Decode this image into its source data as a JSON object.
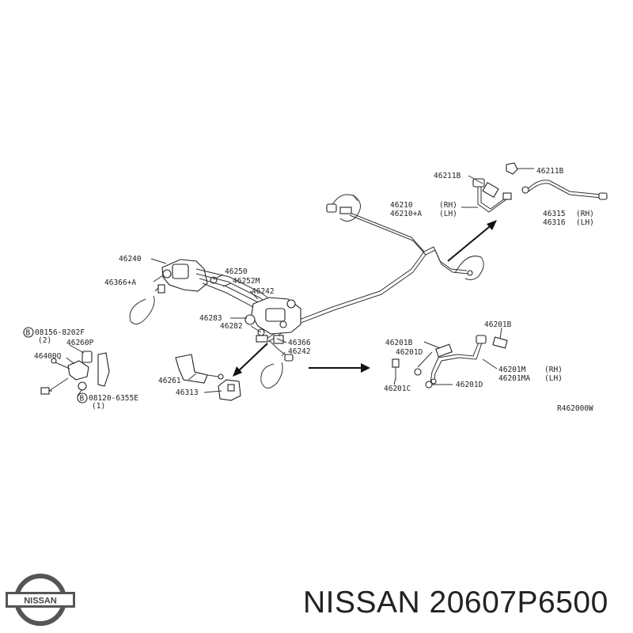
{
  "labels": {
    "l46211B_a": "46211B",
    "l46211B_b": "46211B",
    "l46210": "46210",
    "l46210_rh": "(RH)",
    "l46210A": "46210+A",
    "l46210A_lh": "(LH)",
    "l46315": "46315",
    "l46315_rh": "(RH)",
    "l46316": "46316",
    "l46316_lh": "(LH)",
    "l46240": "46240",
    "l46366A": "46366+A",
    "l46250": "46250",
    "l46252M": "46252M",
    "l46242_a": "46242",
    "l46283": "46283",
    "l46282": "46282",
    "l46366": "46366",
    "l46242_b": "46242",
    "l08156": "08156-8202F",
    "l08156_q": "(2)",
    "l46260P": "46260P",
    "l46400Q": "46400Q",
    "l08120": "08120-6355E",
    "l08120_q": "(1)",
    "l46261": "46261",
    "l46313": "46313",
    "l46201B_a": "46201B",
    "l46201B_b": "46201B",
    "l46201D_a": "46201D",
    "l46201C": "46201C",
    "l46201D_b": "46201D",
    "l46201M": "46201M",
    "l46201M_rh": "(RH)",
    "l46201MA": "46201MA",
    "l46201MA_lh": "(LH)",
    "ref": "R462000W",
    "bolt_marker_a": "B",
    "bolt_marker_b": "B"
  },
  "logo": {
    "text": "NISSAN"
  },
  "footer": {
    "title": "NISSAN 20607P6500"
  },
  "colors": {
    "line": "#333333",
    "text": "#222222",
    "logo_band": "#555555"
  }
}
